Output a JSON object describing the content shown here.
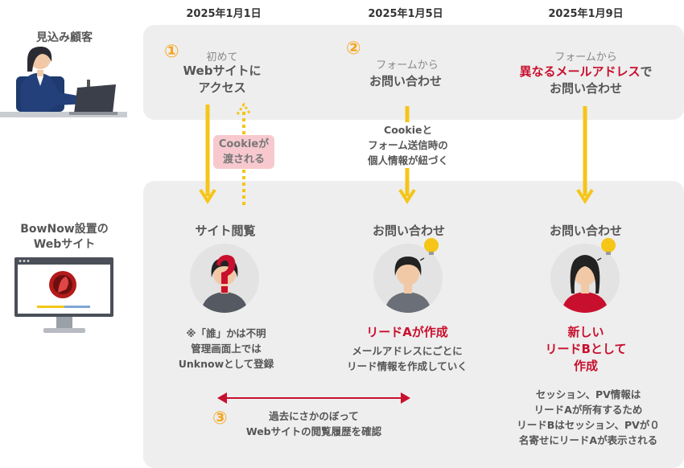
{
  "dates": [
    "2025年1月1日",
    "2025年1月5日",
    "2025年1月9日"
  ],
  "prospect_label": "見込み顧客",
  "website_label": [
    "BowNow設置の",
    "Webサイト"
  ],
  "steps": {
    "one": {
      "num": "①",
      "line1": "初めて",
      "line2": "Webサイトに",
      "line3": "アクセス"
    },
    "two": {
      "num": "②",
      "line1": "フォームから",
      "line2": "お問い合わせ"
    },
    "three": {
      "line1": "フォームから",
      "line2_red": "異なるメールアドレス",
      "line2_suffix": "で",
      "line3": "お問い合わせ"
    }
  },
  "cookie_badge": [
    "Cookieが",
    "渡される"
  ],
  "cookie_link_note": [
    "Cookieと",
    "フォーム送信時の",
    "個人情報が紐づく"
  ],
  "columns": {
    "col1": {
      "title": "サイト閲覧",
      "desc": [
        "※「誰」かは不明",
        "管理画面上では",
        "Unknowとして登録"
      ]
    },
    "col2": {
      "title": "お問い合わせ",
      "red": "リードAが作成",
      "desc": [
        "メールアドレスにごとに",
        "リード情報を作成していく"
      ]
    },
    "col3": {
      "title": "お問い合わせ",
      "red": [
        "新しい",
        "リードBとして",
        "作成"
      ],
      "desc": [
        "セッション、PV情報は",
        "リードAが所有するため",
        "リードBはセッション、PVが０",
        "名寄せにリードAが表示される"
      ]
    }
  },
  "history": {
    "num": "③",
    "line1": "過去にさかのぼって",
    "line2": "Webサイトの閲覧履歴を確認"
  },
  "colors": {
    "accent": "#f5c518",
    "brand_red": "#c8102e",
    "panel": "#eeeeee",
    "number": "#f5a623"
  },
  "icons": [
    "person-at-laptop",
    "monitor",
    "question-mark",
    "lightbulb"
  ]
}
